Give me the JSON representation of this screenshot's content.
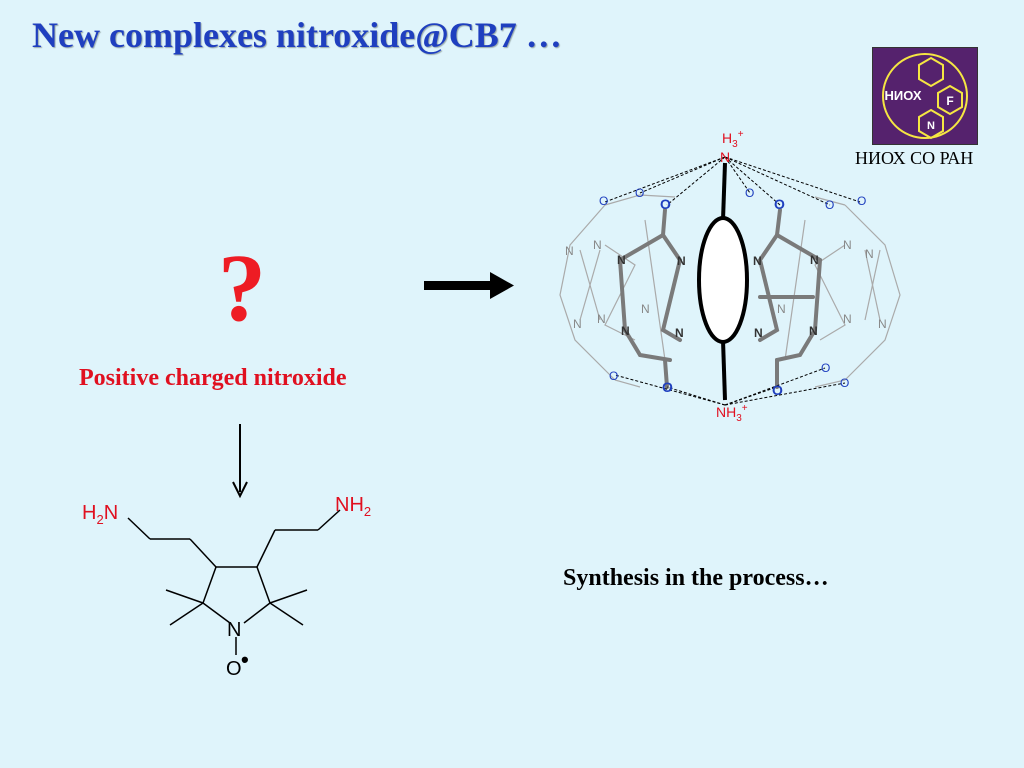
{
  "slide": {
    "title": "New complexes nitroxide@CB7 …",
    "question_mark": "?",
    "positive_label": "Positive charged nitroxide",
    "synthesis_text": "Synthesis in the process…"
  },
  "logo": {
    "text": "НИОХ",
    "letter_f": "F",
    "letter_n": "N",
    "caption": "НИОХ СО РАН"
  },
  "molecule": {
    "amine_left": "H",
    "amine_left_sub": "2",
    "amine_left_n": "N",
    "amine_right_n": "NH",
    "amine_right_sub": "2",
    "ring_n": "N",
    "oxygen": "O",
    "radical": "•"
  },
  "complex": {
    "top_h": "H",
    "top_h_sub": "3",
    "top_charge": "+",
    "top_n": "N",
    "bottom_nh": "NH",
    "bottom_sub": "3",
    "bottom_charge": "+",
    "atom_n": "N",
    "atom_o": "O"
  },
  "colors": {
    "title": "#1f3fbf",
    "red": "#ee1c24",
    "logo_bg": "#55226d",
    "logo_fg": "#f5e642",
    "background": "#dff4fb"
  }
}
